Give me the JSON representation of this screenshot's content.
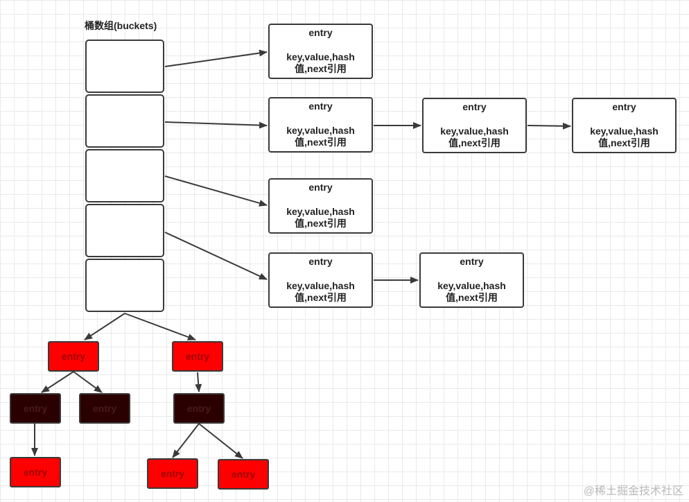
{
  "buckets_title": "桶数组(buckets)",
  "entries": [
    {
      "title": "entry",
      "line1": "key,value,hash",
      "line2": "值,next引用"
    },
    {
      "title": "entry",
      "line1": "key,value,hash",
      "line2": "值,next引用"
    },
    {
      "title": "entry",
      "line1": "key,value,hash",
      "line2": "值,next引用"
    },
    {
      "title": "entry",
      "line1": "key,value,hash",
      "line2": "值,next引用"
    },
    {
      "title": "entry",
      "line1": "key,value,hash",
      "line2": "值,next引用"
    },
    {
      "title": "entry",
      "line1": "key,value,hash",
      "line2": "值,next引用"
    },
    {
      "title": "entry",
      "line1": "key,value,hash",
      "line2": "值,next引用"
    }
  ],
  "tree_nodes": [
    {
      "label": "entry",
      "color": "red"
    },
    {
      "label": "entry",
      "color": "red"
    },
    {
      "label": "entry",
      "color": "black"
    },
    {
      "label": "entry",
      "color": "black"
    },
    {
      "label": "entry",
      "color": "black"
    },
    {
      "label": "entry",
      "color": "red"
    },
    {
      "label": "entry",
      "color": "red"
    },
    {
      "label": "entry",
      "color": "red"
    }
  ],
  "colors": {
    "red_node": "#ff0000",
    "black_node": "#2b0000",
    "stroke": "#3a3a3a"
  },
  "watermark": "@稀土掘金技术社区"
}
